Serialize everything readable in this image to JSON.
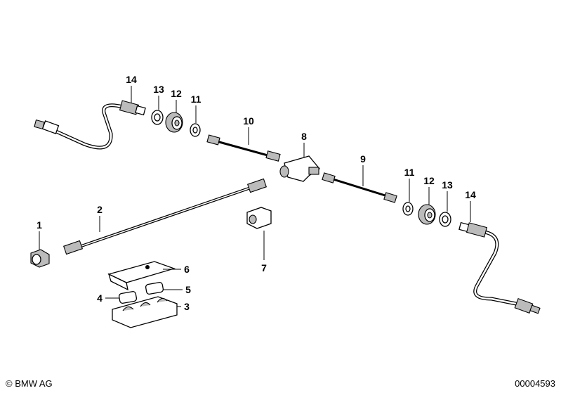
{
  "diagram": {
    "callouts": [
      {
        "id": "14a",
        "text": "14"
      },
      {
        "id": "13a",
        "text": "13"
      },
      {
        "id": "12a",
        "text": "12"
      },
      {
        "id": "11a",
        "text": "11"
      },
      {
        "id": "10",
        "text": "10"
      },
      {
        "id": "8",
        "text": "8"
      },
      {
        "id": "9",
        "text": "9"
      },
      {
        "id": "11b",
        "text": "11"
      },
      {
        "id": "12b",
        "text": "12"
      },
      {
        "id": "13b",
        "text": "13"
      },
      {
        "id": "14b",
        "text": "14"
      },
      {
        "id": "2",
        "text": "2"
      },
      {
        "id": "1",
        "text": "1"
      },
      {
        "id": "6",
        "text": "6"
      },
      {
        "id": "5",
        "text": "5"
      },
      {
        "id": "4",
        "text": "4"
      },
      {
        "id": "3",
        "text": "3"
      },
      {
        "id": "7",
        "text": "7"
      }
    ]
  },
  "footer": {
    "copyright": "© BMW AG",
    "document_number": "00004593"
  }
}
